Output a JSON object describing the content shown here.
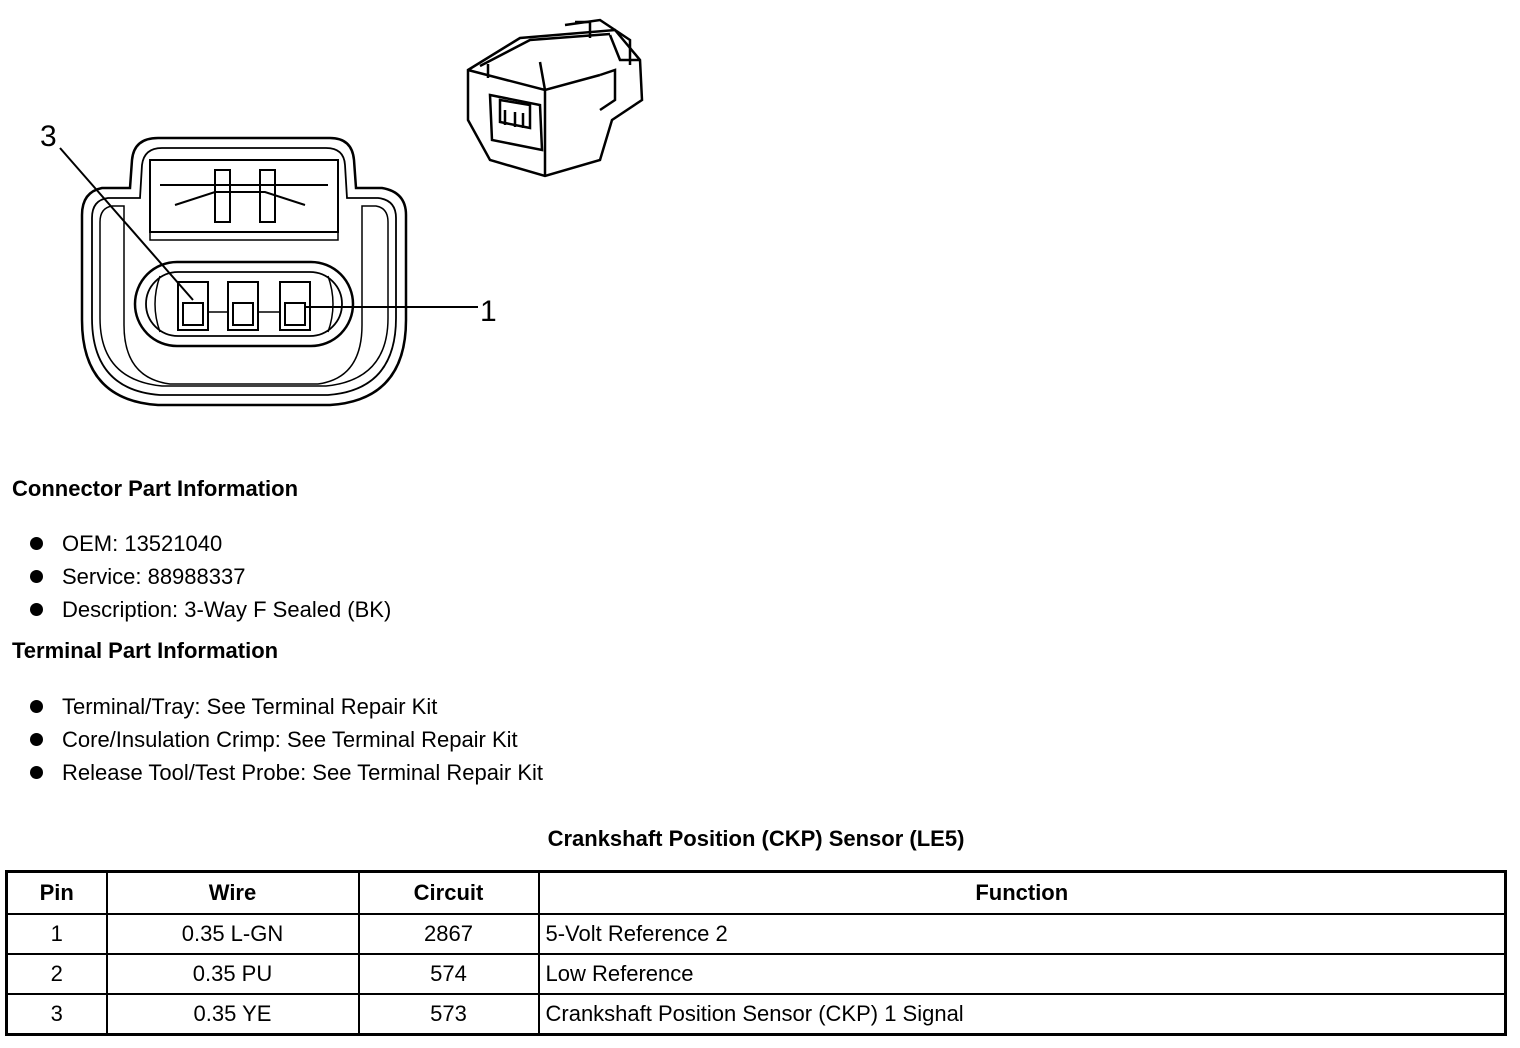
{
  "diagram": {
    "pin_label_left": "3",
    "pin_label_right": "1"
  },
  "connector_info": {
    "heading": "Connector Part Information",
    "items": [
      "OEM: 13521040",
      "Service: 88988337",
      "Description: 3-Way F Sealed (BK)"
    ]
  },
  "terminal_info": {
    "heading": "Terminal Part Information",
    "items": [
      "Terminal/Tray: See Terminal Repair Kit",
      "Core/Insulation Crimp: See Terminal Repair Kit",
      "Release Tool/Test Probe: See Terminal Repair Kit"
    ]
  },
  "table": {
    "title": "Crankshaft Position (CKP) Sensor (LE5)",
    "headers": [
      "Pin",
      "Wire",
      "Circuit",
      "Function"
    ],
    "rows": [
      [
        "1",
        "0.35 L-GN",
        "2867",
        "5-Volt Reference 2"
      ],
      [
        "2",
        "0.35 PU",
        "574",
        "Low Reference"
      ],
      [
        "3",
        "0.35 YE",
        "573",
        "Crankshaft Position Sensor (CKP) 1 Signal"
      ]
    ]
  }
}
